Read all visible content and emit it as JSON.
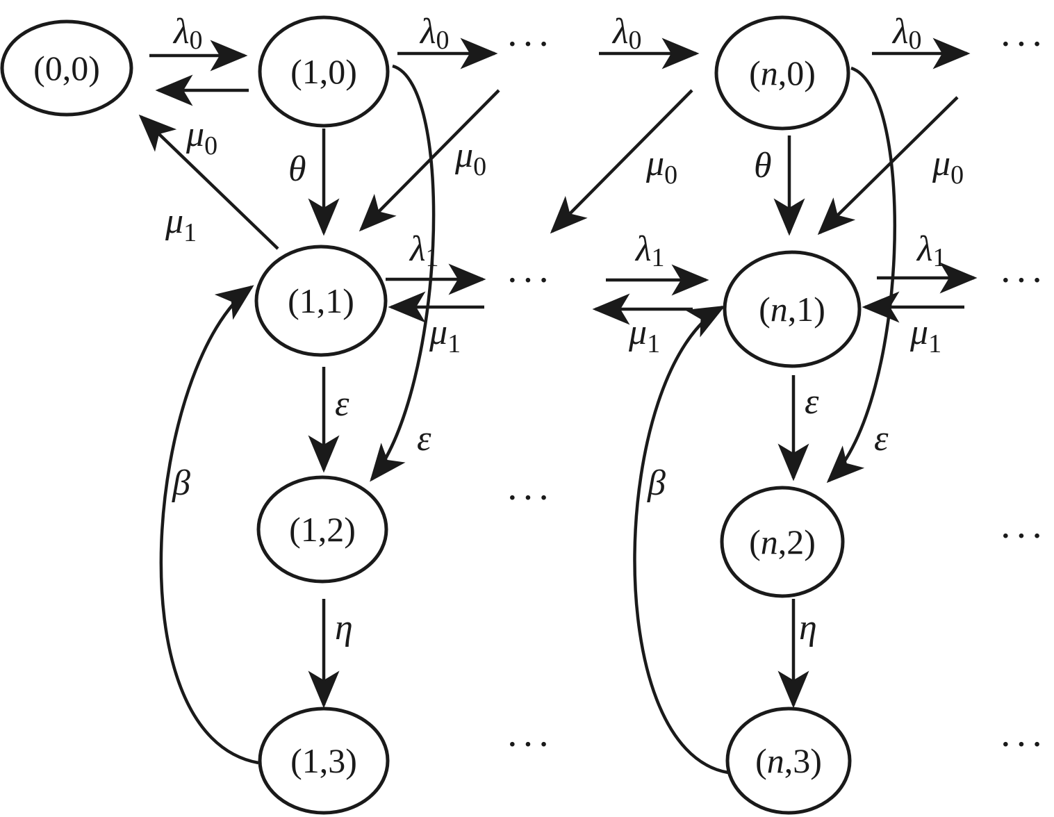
{
  "states": {
    "s00": {
      "open": "(",
      "a": "0",
      "sep": ",",
      "b": "0",
      "close": ")"
    },
    "s10": {
      "open": "(",
      "a": "1",
      "sep": ",",
      "b": "0",
      "close": ")"
    },
    "s11": {
      "open": "(",
      "a": "1",
      "sep": ",",
      "b": "1",
      "close": ")"
    },
    "s12": {
      "open": "(",
      "a": "1",
      "sep": ",",
      "b": "2",
      "close": ")"
    },
    "s13": {
      "open": "(",
      "a": "1",
      "sep": ",",
      "b": "3",
      "close": ")"
    },
    "sn0": {
      "open": "(",
      "a": "n",
      "sep": ",",
      "b": "0",
      "close": ")"
    },
    "sn1": {
      "open": "(",
      "a": "n",
      "sep": ",",
      "b": "1",
      "close": ")"
    },
    "sn2": {
      "open": "(",
      "a": "n",
      "sep": ",",
      "b": "2",
      "close": ")"
    },
    "sn3": {
      "open": "(",
      "a": "n",
      "sep": ",",
      "b": "3",
      "close": ")"
    }
  },
  "symbols": {
    "lambda": "λ",
    "mu": "μ",
    "theta": "θ",
    "epsilon": "ε",
    "eta": "η",
    "beta": "β",
    "sub0": "0",
    "sub1": "1"
  },
  "ellipsis": "···"
}
